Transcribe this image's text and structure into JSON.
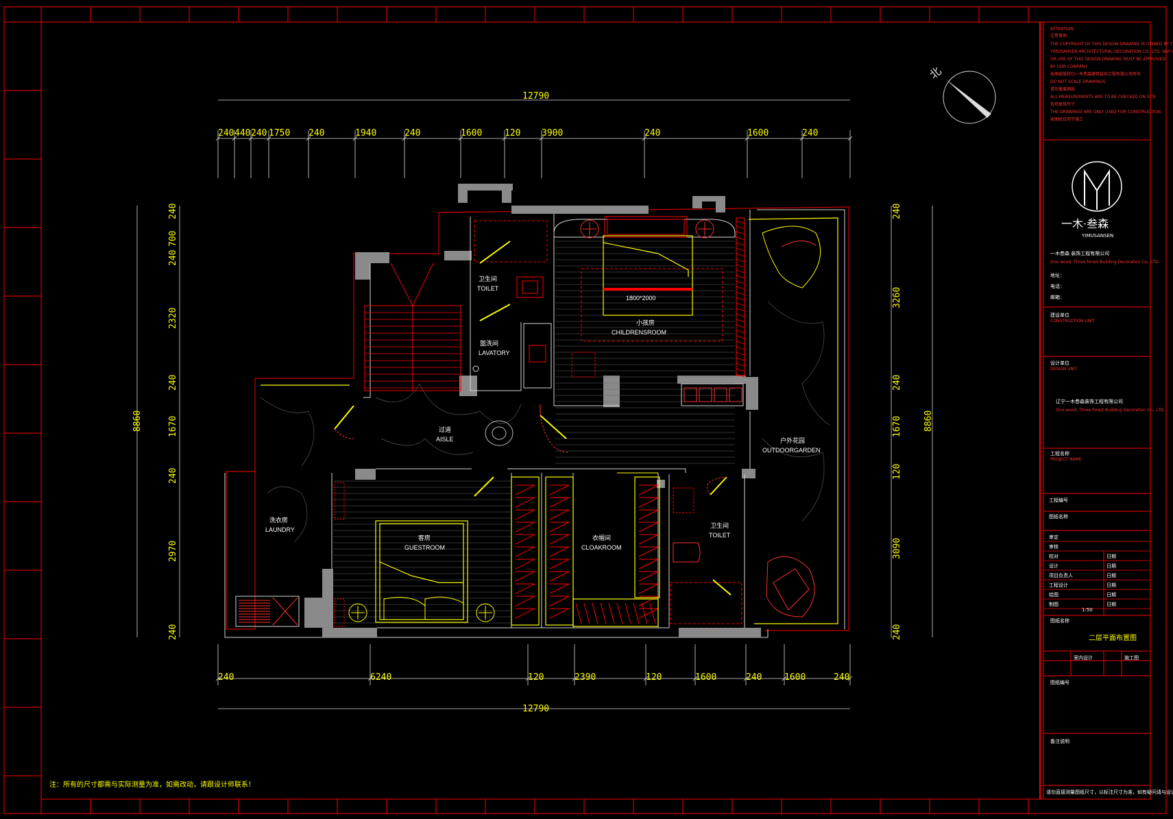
{
  "dimensions": {
    "top_total": "12790",
    "top_segments": [
      "240",
      "440",
      "240",
      "1750",
      "240",
      "1940",
      "240",
      "1600",
      "120",
      "3900",
      "240",
      "1600",
      "240"
    ],
    "bottom_total": "12790",
    "bottom_segments": [
      "240",
      "6240",
      "120",
      "2390",
      "120",
      "1600",
      "240",
      "1600",
      "240"
    ],
    "left_total": "8860",
    "left_segments": [
      "240",
      "700",
      "240",
      "2320",
      "240",
      "1670",
      "240",
      "2970",
      "240"
    ],
    "right_total": "8860",
    "right_segments": [
      "240",
      "3260",
      "240",
      "1670",
      "120",
      "3090",
      "240"
    ]
  },
  "rooms": {
    "toilet_a_cn": "卫生间",
    "toilet_a_en": "TOILET",
    "lavatory_cn": "盥洗间",
    "lavatory_en": "LAVATORY",
    "children_cn": "小孩房",
    "children_en": "CHILDRENSROOM",
    "bed_size": "1800*2000",
    "aisle_cn": "过道",
    "aisle_en": "AISLE",
    "garden_cn": "户外花园",
    "garden_en": "OUTDOORGARDEN",
    "laundry_cn": "洗衣房",
    "laundry_en": "LAUNDRY",
    "guest_cn": "客房",
    "guest_en": "GUESTROOM",
    "cloak_cn": "衣帽间",
    "cloak_en": "CLOAKROOM",
    "toilet_b_cn": "卫生间",
    "toilet_b_en": "TOILET"
  },
  "compass": {
    "north": "北"
  },
  "note": "注：所有的尺寸都需与实际测量为准，如需改动，请跟设计师联系！",
  "title_block": {
    "notice_title": "ATTENTION",
    "notice_cn": "注意事项",
    "notice_lines": [
      "THE COPYRIGHT OF THIS DESIGN DRAWING IS OWNED BY THE",
      "YIMUSANSEN ARCHITECTURAL DECORATION CO., LTD. ANY COPY",
      "OR USE OF THIS DESIGN DRAWING MUST BE APPROVED",
      "BY OUR COMPANY",
      "本图纸版权归一木叁森建筑装饰工程有限公司所有",
      "DO NOT SCALE DRAWINGS",
      "请勿量度图纸",
      "ALL MEASUREMENTS ARE TO BE CHECKED ON SITE",
      "现场复核尺寸",
      "THE DRAWINGS ARE ONLY USED FOR CONSTRUCTION",
      "本图纸仅用于施工"
    ],
    "logo_cn": "一木·叁森",
    "logo_en": "YIMUSANSEN",
    "company_cn": "一木叁森 装饰工程有限公司",
    "company_en": "One wood, Three forest Building Decoration Co., LTD.",
    "company_addr": "地址：",
    "company_tel": "电话：",
    "company_mail": "邮箱：",
    "section_client": "建设单位",
    "section_client_en": "CONSTRUCTION UNIT",
    "section_design": "设计单位",
    "section_design_en": "DESIGN UNIT",
    "design_cn": "辽宁一木叁森装饰工程有限公司",
    "design_en": "One wood, Three forest Building Decoration Co., LTD.",
    "section_project": "工程名称",
    "section_project_en": "PROJECT NAME",
    "rows_labels": [
      "工程编号",
      "图纸名称",
      "审定",
      "审核",
      "校对",
      "设计",
      "项目负责人",
      "工程设计",
      "绘图",
      "制图"
    ],
    "rows_right": [
      "日期",
      "日期",
      "日期",
      "日期",
      "日期",
      "日期"
    ],
    "scale": "1:50",
    "drawing_name_label": "图纸名称",
    "drawing_name": "二层平面布置图",
    "design_phase": "室内设计",
    "phase_label": "施工图",
    "drawing_no_label": "图纸编号",
    "remark_label": "备注说明",
    "footer": "请勿直接测量图纸尺寸，以标注尺寸为准，如有疑问请与设计师联系。"
  }
}
